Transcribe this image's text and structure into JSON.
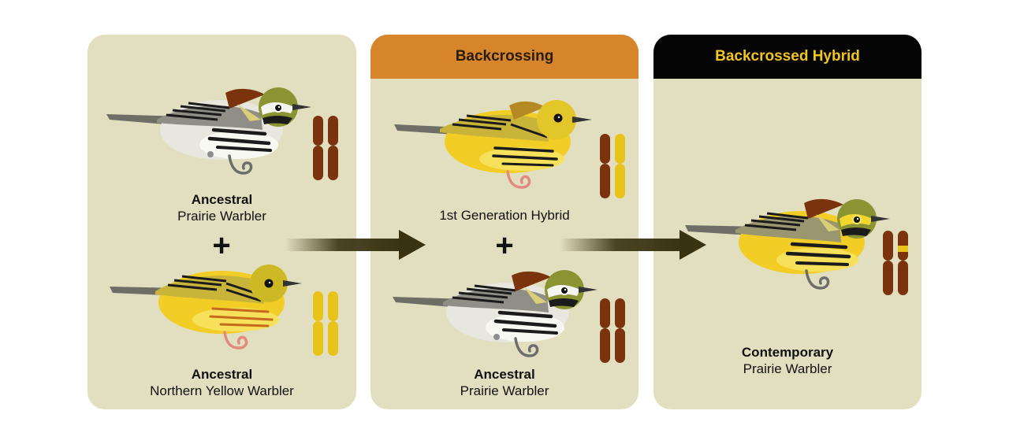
{
  "colors": {
    "panel_bg": "#e2dfc0",
    "backcrossing_header": "#d6852b",
    "hybrid_header_bg": "#050505",
    "hybrid_header_text": "#f2c51c",
    "prairie_chromosome": "#7a330c",
    "yellow_chromosome": "#e8c31a",
    "arrow": "#3a3312"
  },
  "panels": [
    {
      "header": "",
      "birds": [
        {
          "type": "prairie-warbler",
          "label_bold": "Ancestral",
          "label_name": "Prairie Warbler"
        },
        {
          "type": "northern-yellow-warbler",
          "label_bold": "Ancestral",
          "label_name": "Northern Yellow Warbler"
        }
      ],
      "operator": "+"
    },
    {
      "header": "Backcrossing",
      "birds": [
        {
          "type": "first-generation-hybrid",
          "label_bold": "",
          "label_name": "1st Generation Hybrid"
        },
        {
          "type": "prairie-warbler",
          "label_bold": "Ancestral",
          "label_name": "Prairie Warbler"
        }
      ],
      "operator": "+"
    },
    {
      "header": "Backcrossed Hybrid",
      "birds": [
        {
          "type": "backcrossed-hybrid",
          "label_bold": "Contemporary",
          "label_name": "Prairie Warbler"
        }
      ]
    }
  ]
}
